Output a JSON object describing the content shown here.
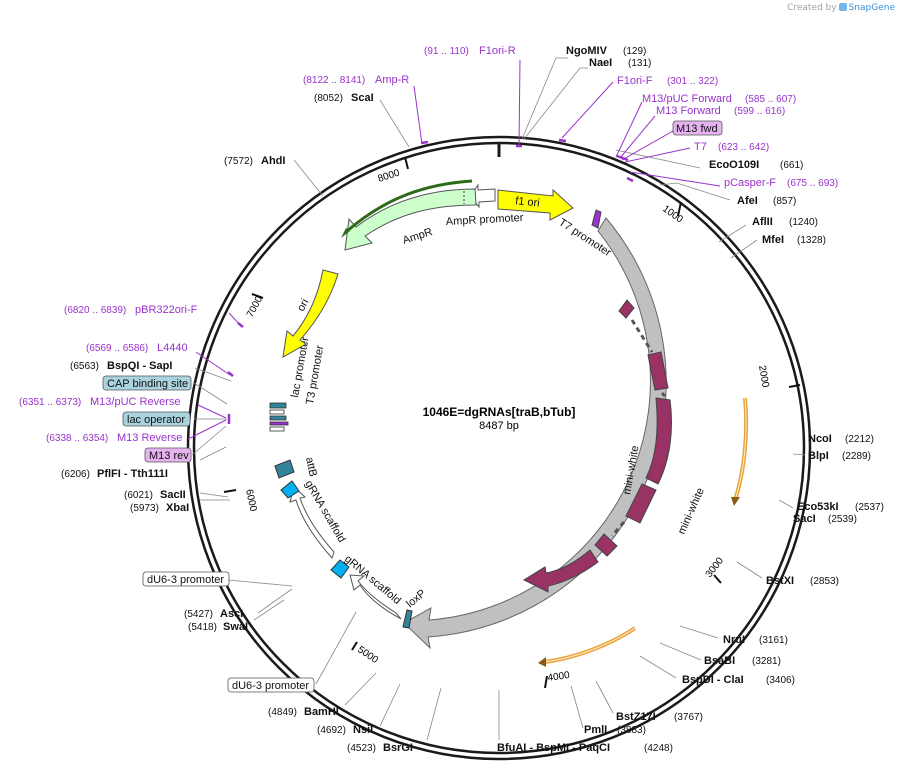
{
  "brand": {
    "created_by": "Created by",
    "app": "SnapGene"
  },
  "plasmid": {
    "name": "1046E=dgRNAs[traB,bTub]",
    "length_label": "8487 bp",
    "length": 8487
  },
  "ticks": [
    "1000",
    "2000",
    "3000",
    "4000",
    "5000",
    "6000",
    "7000",
    "8000"
  ],
  "sites": [
    {
      "name": "NgoMIV",
      "pos": "(129)"
    },
    {
      "name": "NaeI",
      "pos": "(131)"
    },
    {
      "name": "EcoO109I",
      "pos": "(661)"
    },
    {
      "name": "AfeI",
      "pos": "(857)"
    },
    {
      "name": "AflII",
      "pos": "(1240)"
    },
    {
      "name": "MfeI",
      "pos": "(1328)"
    },
    {
      "name": "NcoI",
      "pos": "(2212)"
    },
    {
      "name": "BlpI",
      "pos": "(2289)"
    },
    {
      "name": "Eco53kI",
      "pos": "(2537)"
    },
    {
      "name": "SacI",
      "pos": "(2539)"
    },
    {
      "name": "BstXI",
      "pos": "(2853)"
    },
    {
      "name": "NruI",
      "pos": "(3161)"
    },
    {
      "name": "BsaBI",
      "pos": "(3281)"
    },
    {
      "name": "BspDI - ClaI",
      "pos": "(3406)"
    },
    {
      "name": "BstZ17I",
      "pos": "(3767)"
    },
    {
      "name": "PmlI",
      "pos": "(3883)"
    },
    {
      "name": "BfuAI - BspMI - PaqCI",
      "pos": "(4248)"
    },
    {
      "name": "BsrGI",
      "pos": "(4523)"
    },
    {
      "name": "NsiI",
      "pos": "(4692)"
    },
    {
      "name": "BamHI",
      "pos": "(4849)"
    },
    {
      "name": "SwaI",
      "pos": "(5418)"
    },
    {
      "name": "AscI",
      "pos": "(5427)"
    },
    {
      "name": "XbaI",
      "pos": "(5973)"
    },
    {
      "name": "SacII",
      "pos": "(6021)"
    },
    {
      "name": "PflFI - Tth111I",
      "pos": "(6206)"
    },
    {
      "name": "BspQI - SapI",
      "pos": "(6563)"
    },
    {
      "name": "AhdI",
      "pos": "(7572)"
    },
    {
      "name": "ScaI",
      "pos": "(8052)"
    }
  ],
  "primers": [
    {
      "name": "F1ori-R",
      "pos": "(91 .. 110)"
    },
    {
      "name": "F1ori-F",
      "pos": "(301 .. 322)"
    },
    {
      "name": "M13/pUC Forward",
      "pos": "(585 .. 607)"
    },
    {
      "name": "M13 Forward",
      "pos": "(599 .. 616)"
    },
    {
      "name": "T7",
      "pos": "(623 .. 642)"
    },
    {
      "name": "pCasper-F",
      "pos": "(675 .. 693)"
    },
    {
      "name": "Amp-R",
      "pos": "(8122 .. 8141)"
    },
    {
      "name": "pBR322ori-F",
      "pos": "(6820 .. 6839)"
    },
    {
      "name": "L4440",
      "pos": "(6569 .. 6586)"
    },
    {
      "name": "M13/pUC Reverse",
      "pos": "(6351 .. 6373)"
    },
    {
      "name": "M13 Reverse",
      "pos": "(6338 .. 6354)"
    }
  ],
  "boxes": [
    {
      "name": "M13 fwd",
      "fill": "#e6b3f0"
    },
    {
      "name": "CAP binding site",
      "fill": "#a9d3df"
    },
    {
      "name": "lac operator",
      "fill": "#a9d3df"
    },
    {
      "name": "M13 rev",
      "fill": "#e6b3f0"
    },
    {
      "name": "dU6-3 promoter",
      "fill": "#ffffff"
    },
    {
      "name": "dU6-3 promoter",
      "fill": "#ffffff"
    }
  ],
  "features": {
    "f1_ori": "f1 ori",
    "ampr_promoter": "AmpR promoter",
    "ampr": "AmpR",
    "t7_promoter": "T7 promoter",
    "ori": "ori",
    "lac_promoter": "lac promoter",
    "t3_promoter": "T3 promoter",
    "attb": "attB",
    "grna_scaffold_1": "gRNA scaffold",
    "grna_scaffold_2": "gRNA scaffold",
    "loxp": "loxP",
    "mini_white_outer": "mini-white",
    "mini_white_inner": "mini-white"
  },
  "colors": {
    "f1_ori": "#ffff00",
    "ampr": "#ccffcc",
    "ori": "#ffff00",
    "mini_white_outer": "#c0c0c0",
    "mini_white_inner": "#993366",
    "attb": "#31849b",
    "grna_scaffold": "#00b0f0",
    "primer": "#9933cc",
    "orf": "#e8a33c"
  }
}
